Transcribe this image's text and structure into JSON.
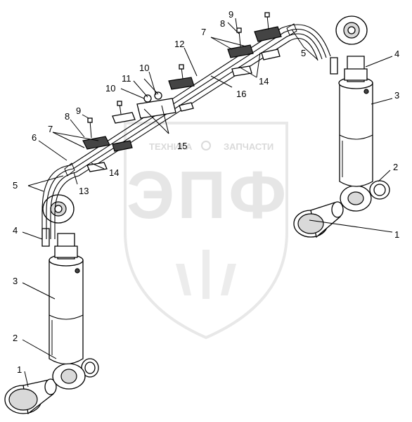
{
  "watermark": {
    "top_text_left": "ТЕХНИКА",
    "top_text_right": "ЗАПЧАСТИ",
    "big_text": "ЭПФ"
  },
  "callouts": [
    "1",
    "2",
    "3",
    "4",
    "5",
    "6",
    "7",
    "8",
    "9",
    "10",
    "11",
    "12",
    "13",
    "14",
    "15",
    "16"
  ]
}
